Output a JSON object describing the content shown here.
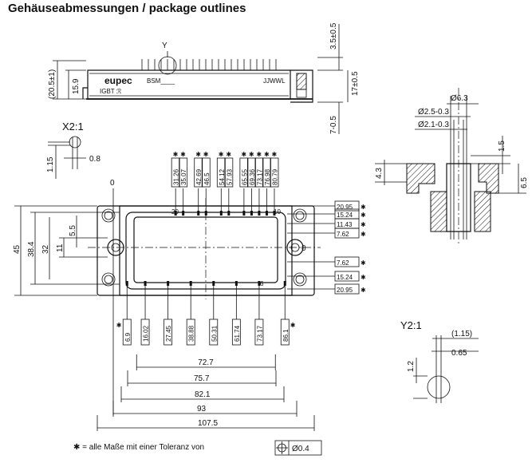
{
  "title": "Gehäuseabmessungen / package outlines",
  "views": {
    "detail_x_label": "X2:1",
    "detail_y_label": "Y2:1",
    "marker_y": "Y"
  },
  "side_view": {
    "logo": "eupec",
    "type_prefix": "BSM____",
    "type_suffix": "JJWWL",
    "sub_label": "IGBT",
    "dims": {
      "left_height": "(20.5±1)",
      "body_height": "15.9",
      "pin_height": "3.5±0.5",
      "right_height": "17±0.5",
      "bottom": "7-0.5"
    }
  },
  "detail_x": {
    "d1": "1.15",
    "d2": "0.8"
  },
  "detail_y": {
    "d1": "(1.15)",
    "d2": "0.65",
    "d3": "1.2"
  },
  "section": {
    "dia1": "Ø6.3",
    "dia2": "Ø2.5-0.3",
    "dia3": "Ø2.1-0.3",
    "d_15": "1.5",
    "d_43": "4.3",
    "d_65": "6.5"
  },
  "top_view": {
    "origin": "0",
    "pin_labels": {
      "p20": "20",
      "p10": "10",
      "p1": "1",
      "p6": "6"
    },
    "x_top": [
      "31.26",
      "35.07",
      "42.69",
      "46.5",
      "54.12",
      "57.93",
      "65.55",
      "69.36",
      "73.17",
      "76.98",
      "80.79"
    ],
    "x_bottom": [
      "6.9",
      "16.02",
      "27.45",
      "38.88",
      "50.31",
      "61.74",
      "73.17",
      "86.1"
    ],
    "y_right": [
      "20.95",
      "15.24",
      "11.43",
      "7.62",
      "0",
      "7.62",
      "15.24",
      "20.95"
    ],
    "y_left": {
      "overall": "45",
      "inner": "38.4",
      "holes": "32",
      "d11": "11",
      "d55": "5.5"
    },
    "widths": [
      "72.7",
      "75.7",
      "82.1",
      "93",
      "107.5"
    ]
  },
  "footnote": {
    "text": "✱ = alle Maße mit einer Toleranz von",
    "tol": "Ø0.4"
  }
}
